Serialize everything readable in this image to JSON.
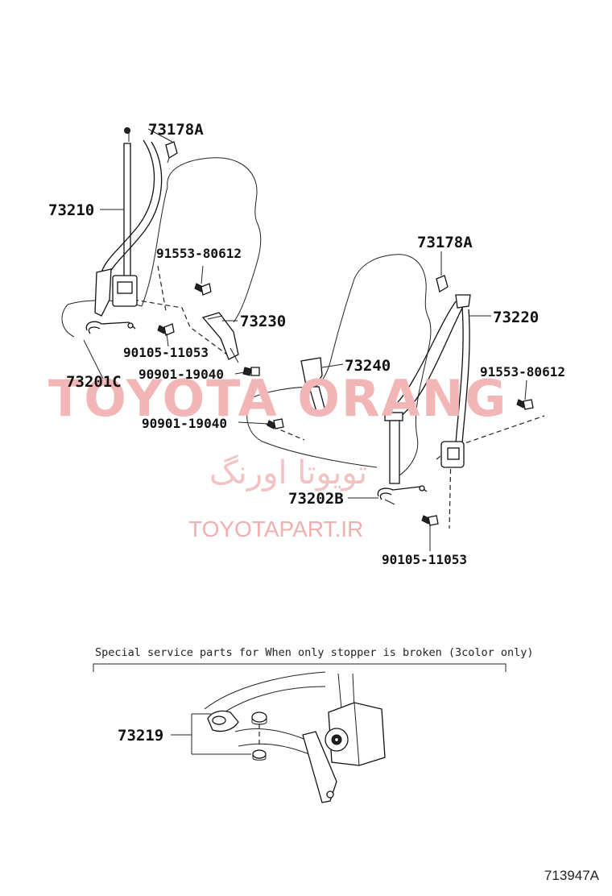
{
  "watermark": {
    "brand_latin": "TOYOTA ORANG",
    "brand_persian": "تویوتا اورنگ",
    "site": "TOYOTAPART.IR"
  },
  "labels": {
    "left": {
      "anchor_cover": "73178A",
      "belt_assy": "73210",
      "bolt_top": "91553-80612",
      "buckle": "73230",
      "bolt_bottom": "90105-11053",
      "bolt_buckle": "90901-19040",
      "stopper": "73201C"
    },
    "right": {
      "anchor_cover": "73178A",
      "belt_assy": "73220",
      "buckle": "73240",
      "bolt_top": "91553-80612",
      "bolt_buckle": "90901-19040",
      "stopper": "73202B",
      "bolt_bottom": "90105-11053"
    },
    "detail": {
      "note": "Special service parts for When only stopper is broken (3color only)",
      "stopper_kit": "73219"
    }
  },
  "diagram_code": "713947A"
}
